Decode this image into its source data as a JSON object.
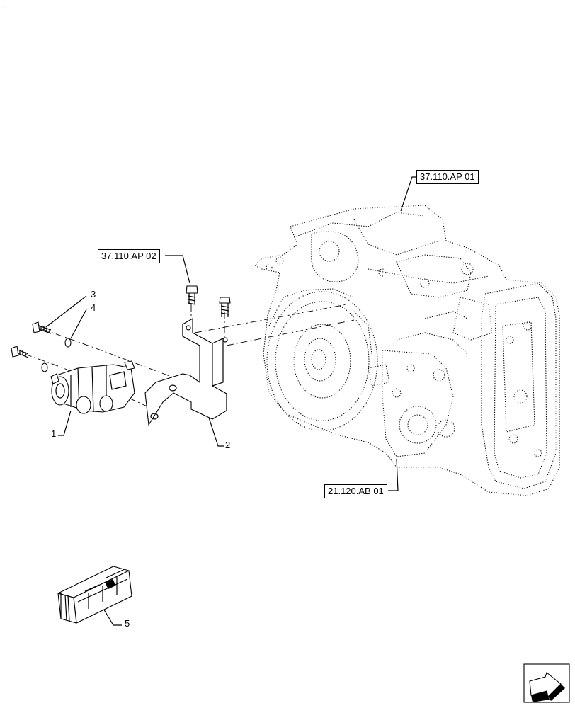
{
  "corner_mark": ".",
  "references": [
    {
      "id": "ref-37110ap01",
      "label": "37.110.AP 01"
    },
    {
      "id": "ref-37110ap02",
      "label": "37.110.AP 02"
    },
    {
      "id": "ref-21120ab01",
      "label": "21.120.AB 01"
    }
  ],
  "callouts": [
    {
      "id": "callout-1",
      "label": "1"
    },
    {
      "id": "callout-2",
      "label": "2"
    },
    {
      "id": "callout-3",
      "label": "3"
    },
    {
      "id": "callout-4",
      "label": "4"
    },
    {
      "id": "callout-5",
      "label": "5"
    }
  ],
  "icons": {
    "nav": "next-page-arrow-icon",
    "kit": "kit-crate-icon"
  }
}
